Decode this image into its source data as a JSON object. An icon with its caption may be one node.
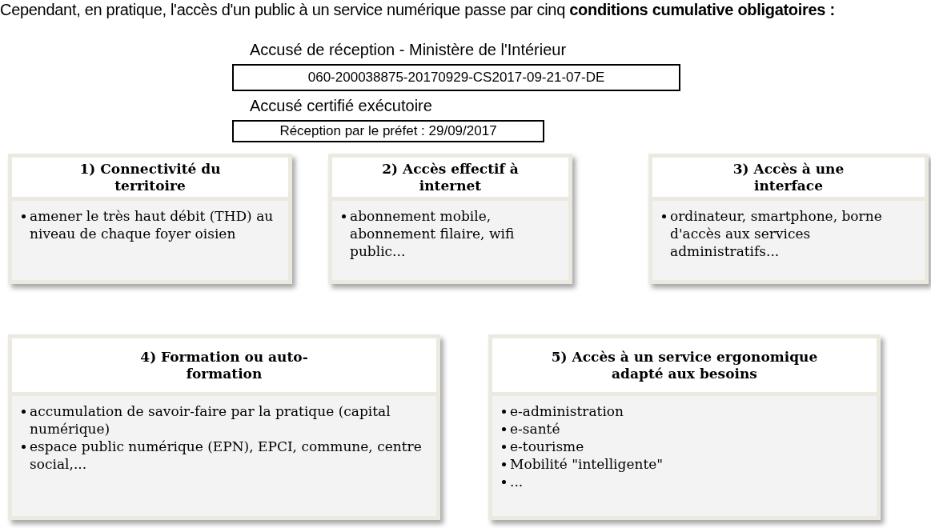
{
  "diagram": {
    "nodes": [
      {
        "text": [
          "060-200038875-20170929-CS2017-09-21-07-DE"
        ],
        "beside": [
          "Accusé de réception - Ministère de l'Intérieur"
        ]
      },
      {
        "text": [
          "Réception par le préfet : 29/09/2017"
        ],
        "beside": [
          "Accusé certifié exécutoire"
        ]
      },
      {
        "text": [
          "1) Connectivité du territoire",
          "amener le très haut débit (THD) au niveau de chaque foyer oisien"
        ]
      },
      {
        "text": [
          "2) Accès effectif à internet",
          "abonnement mobile, abonnement filaire, wifi public..."
        ]
      },
      {
        "text": [
          "3) Accès à une interface",
          "ordinateur, smartphone, borne d'accès aux services administratifs..."
        ]
      },
      {
        "text": [
          "4) Formation ou auto-formation",
          "accumulation de savoir-faire par la pratique (capital numérique)",
          "espace public numérique (EPN), EPCI, commune, centre social,..."
        ]
      },
      {
        "text": [
          "5) Accès à un service ergonomique adapté aux besoins",
          "e-administration",
          "e-santé",
          "e-tourisme",
          "Mobilité \"intelligente\"",
          "..."
        ]
      }
    ],
    "edges": [],
    "labels": [
      "Cependant, en pratique, l'accès d'un public à un service numérique passe par cinq **conditions cumulative obligatoires :**"
    ]
  }
}
